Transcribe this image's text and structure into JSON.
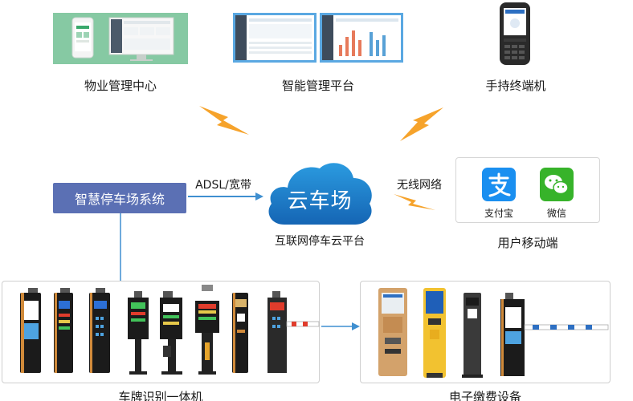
{
  "top": {
    "property_center": "物业管理中心",
    "smart_platform": "智能管理平台",
    "handheld": "手持终端机"
  },
  "middle": {
    "system_box": "智慧停车场系统",
    "adsl": "ADSL/宽带",
    "cloud": "云车场",
    "cloud_caption": "互联网停车云平台",
    "wireless": "无线网络"
  },
  "mobile": {
    "alipay": "支付宝",
    "wechat": "微信",
    "caption": "用户移动端"
  },
  "bottom": {
    "lpr_caption": "车牌识别一体机",
    "payment_caption": "电子缴费设备"
  },
  "colors": {
    "system_box": "#5b70b4",
    "cloud": "#1a7fc8",
    "lightning": "#f6a32b",
    "connector": "#3f8fd0",
    "alipay": "#1a8ff0",
    "wechat": "#37b32a"
  }
}
